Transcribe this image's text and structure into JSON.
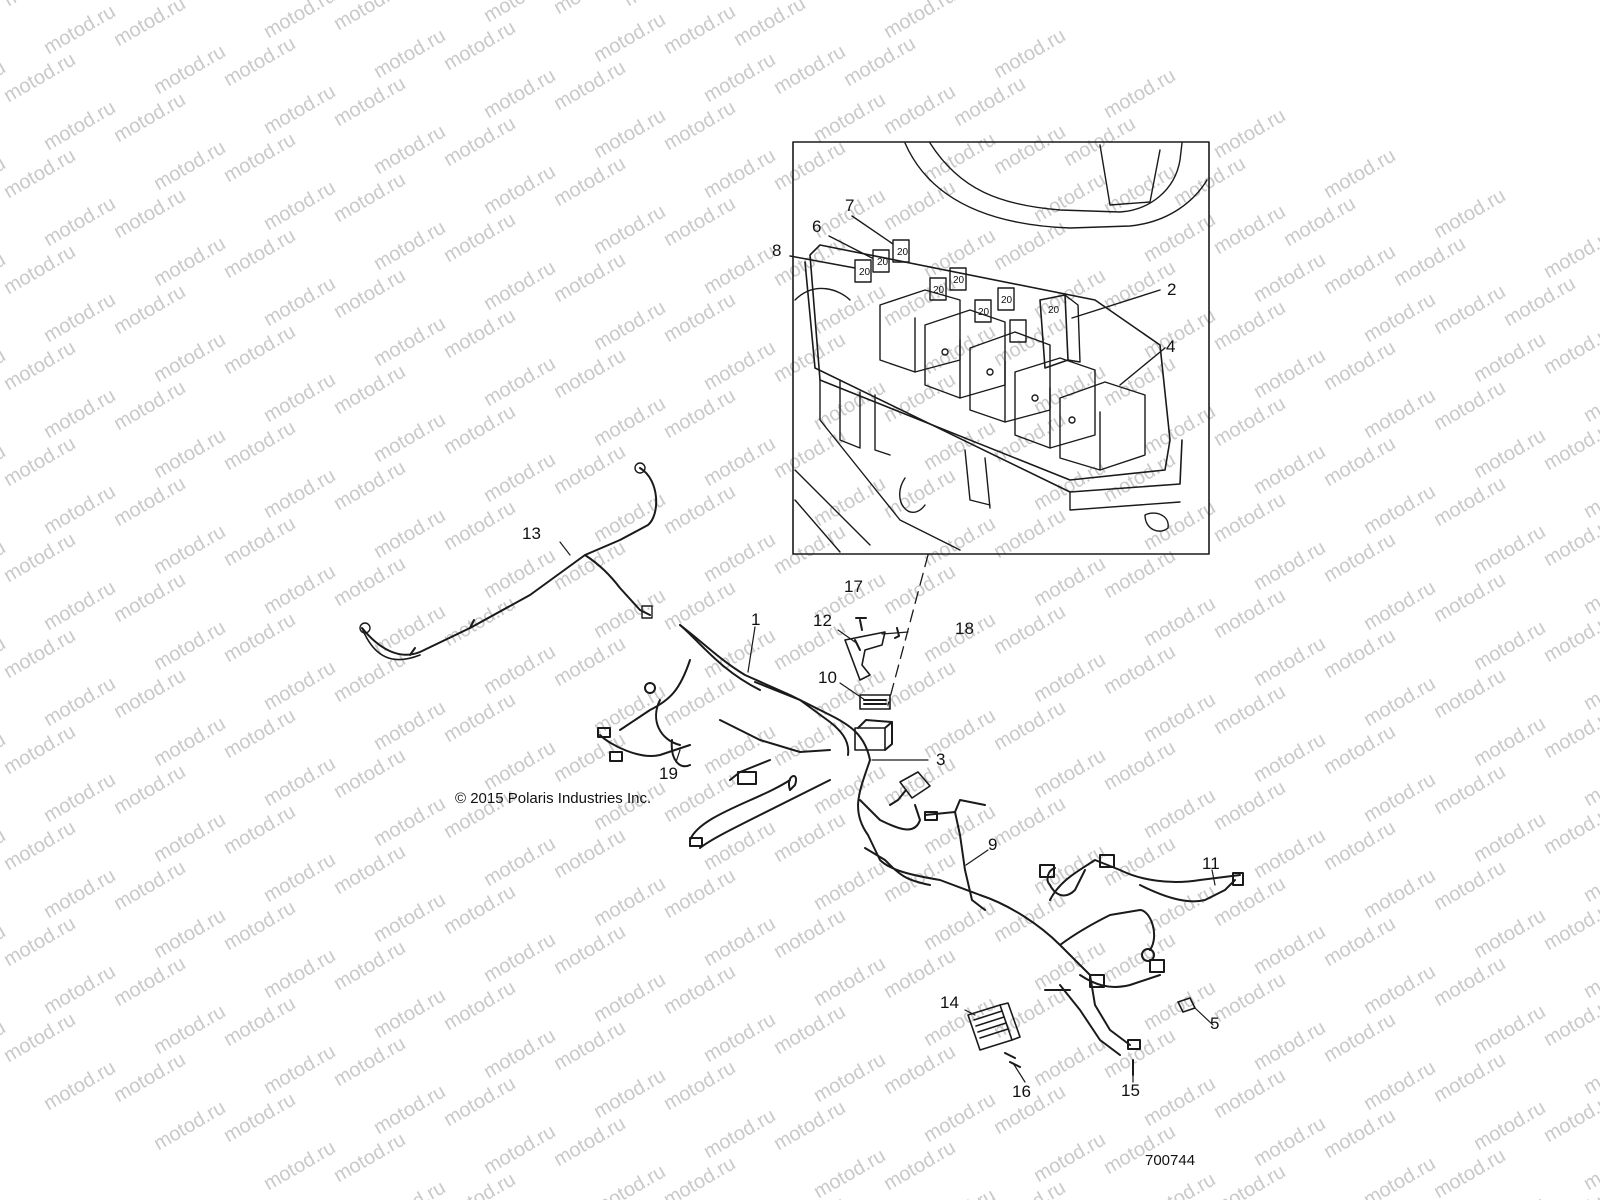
{
  "watermark": {
    "text": "motod.ru",
    "color": "#c9c9c9"
  },
  "copyright": "© 2015 Polaris Industries Inc.",
  "figure_id": "700744",
  "callouts": {
    "c1": "1",
    "c2": "2",
    "c3": "3",
    "c4": "4",
    "c5": "5",
    "c6": "6",
    "c7": "7",
    "c8": "8",
    "c9": "9",
    "c10": "10",
    "c11": "11",
    "c12": "12",
    "c13": "13",
    "c14": "14",
    "c15": "15",
    "c16": "16",
    "c17": "17",
    "c18": "18",
    "c19": "19"
  },
  "inset_relay_labels": [
    "20",
    "20",
    "20",
    "20",
    "20",
    "20",
    "20",
    "20"
  ],
  "colors": {
    "line": "#1a1a1a",
    "background": "#ffffff"
  }
}
